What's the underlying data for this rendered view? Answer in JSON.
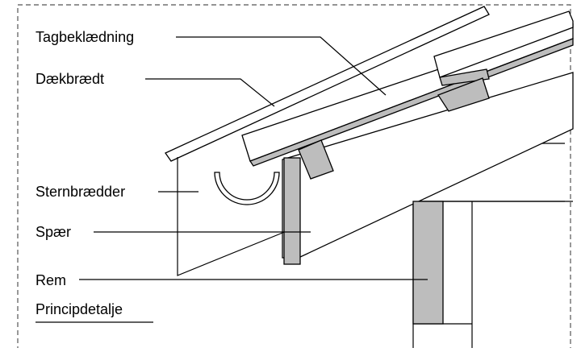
{
  "labels": {
    "roof_covering": "Tagbeklædning",
    "fascia_board": "Dækbrædt",
    "gable_boards": "Sternbrædder",
    "rafter": "Spær",
    "wall_plate": "Rem",
    "caption": "Principdetalje"
  },
  "colors": {
    "member_fill": "#ffffff",
    "stock_fill": "#bdbdbd",
    "line": "#000000",
    "frame_dash": "#555555"
  }
}
